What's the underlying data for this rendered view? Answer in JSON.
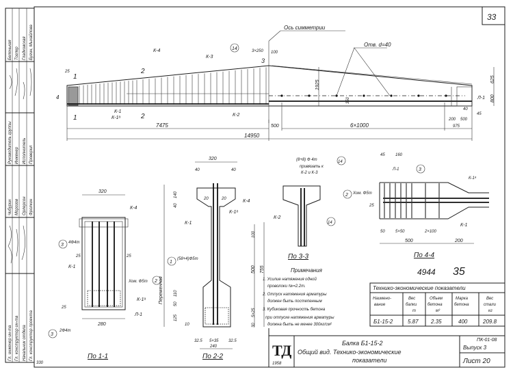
{
  "sheet": {
    "corner_number": "33",
    "inventory_number": "4944",
    "inventory_suffix": "35",
    "corner_note": "330"
  },
  "stamp": {
    "roles": [
      "Гл. инженер ин-та",
      "Гл. конструктор ин-та",
      "Начальник отдела",
      "Гл. конструктор проекта"
    ],
    "names_1": [
      "Чибурин",
      "Морозов",
      "Орлерсон",
      "Фролкин"
    ],
    "roles_2": [
      "Руководитель группы",
      "Инженер",
      "Исполнитель",
      "Проверил"
    ],
    "names_2": [
      "Беленькая",
      "Тоглер",
      "Гладковская",
      "Бугин, Мыхайлова"
    ]
  },
  "elevation": {
    "axis_label": "Ось симметрии",
    "holes_label": "Отв. d=40",
    "labels": {
      "k4": "К-4",
      "k3": "К-3",
      "k2": "К-2",
      "k1": "К-1",
      "k1a": "К-1ᵃ",
      "l1": "Л-1",
      "mark14": "14"
    },
    "section_marks": {
      "s1": "1",
      "s2": "2",
      "s3": "3",
      "s4": "4"
    },
    "dims": {
      "d25": "25",
      "d3x250": "3×250",
      "d100": "100",
      "d7475": "7475",
      "d14950": "14950",
      "d500": "500",
      "d6x1000": "6×1000",
      "d1925": "1925",
      "d350": "350",
      "d625": "625",
      "d800": "800",
      "d200": "200",
      "d500b": "500",
      "d45": "45",
      "d975": "975",
      "d40": "40"
    }
  },
  "section_1": {
    "title": "По 1-1",
    "dims": {
      "top": "320",
      "bottom": "280",
      "d25a": "25",
      "d25b": "25",
      "d25c": "25"
    },
    "labels": {
      "k4": "К-4",
      "k1": "К-1",
      "k1a": "К-1ᵃ",
      "l1": "Л-1",
      "bars_top": "4Ф4т",
      "bars_bot": "2Ф4т",
      "clamp": "Хом. Ф5т",
      "m3a": "3",
      "m3b": "3",
      "m2": "2"
    }
  },
  "section_2": {
    "title": "По 2-2",
    "vertical_label": "Переменная",
    "dims": {
      "top": "320",
      "d40a": "40",
      "d40b": "40",
      "d140": "140",
      "d40c": "40",
      "d20a": "20",
      "d20b": "20",
      "d100": "100",
      "d500": "500",
      "d755": "755",
      "d110": "110",
      "d50": "50",
      "d125": "125",
      "d5x25": "5×25",
      "d30": "30",
      "d10": "10",
      "b325a": "32.5",
      "b5x35": "5×35",
      "b325b": "32.5",
      "bottom": "240"
    },
    "labels": {
      "k1": "К-1",
      "k1a": "К-1ᵃ",
      "k4": "К-4",
      "strand": "(58+4)Ф5т",
      "m1": "1"
    }
  },
  "section_3": {
    "title": "По 3-3",
    "labels": {
      "bars": "(8+8) Ф 4т",
      "tie": "привязать к",
      "tie2": "К-2 и К-3",
      "k2": "К-2",
      "m14a": "14",
      "m14b": "14"
    }
  },
  "section_4": {
    "title": "По 4-4",
    "dims": {
      "d45": "45",
      "d160": "160",
      "d25": "25",
      "d50": "50",
      "d5x50": "5×50",
      "d2x100": "2×100",
      "d500": "500",
      "d200": "200"
    },
    "labels": {
      "l1": "Л-1",
      "k1a": "К-1ᵃ",
      "k1": "К-1",
      "clamp": "Хом. Ф5т",
      "m2": "2",
      "m3": "3"
    }
  },
  "notes": {
    "title": "Примечания",
    "lines": [
      "1. Усилие натяжения одной",
      "проволоки №=2.2т.",
      "2. Отпуск натяжения арматуры",
      "должен быть постепенным",
      "3. Кубиковая прочность бетона",
      "при отпуске натяжения арматуры",
      "должна быть не менее 300кг/см²"
    ]
  },
  "table": {
    "title": "Технико-экономические показатели",
    "headers": [
      [
        "Наимено-",
        "вание"
      ],
      [
        "Вес",
        "балки",
        "т"
      ],
      [
        "Объем",
        "бетона",
        "м³"
      ],
      [
        "Марка",
        "бетона"
      ],
      [
        "Вес",
        "стали",
        "кг"
      ]
    ],
    "rows": [
      [
        "Б1-15-2",
        "5.87",
        "2.35",
        "400",
        "209.8"
      ]
    ]
  },
  "title_block": {
    "logo": "ТД",
    "year": "1958",
    "line1": "Балка Б1-15-2",
    "line2": "Общий вид. Технико-экономические",
    "line3": "показатели",
    "series": "ПК-01-08",
    "issue": "Выпуск 3",
    "sheet": "Лист 20"
  }
}
